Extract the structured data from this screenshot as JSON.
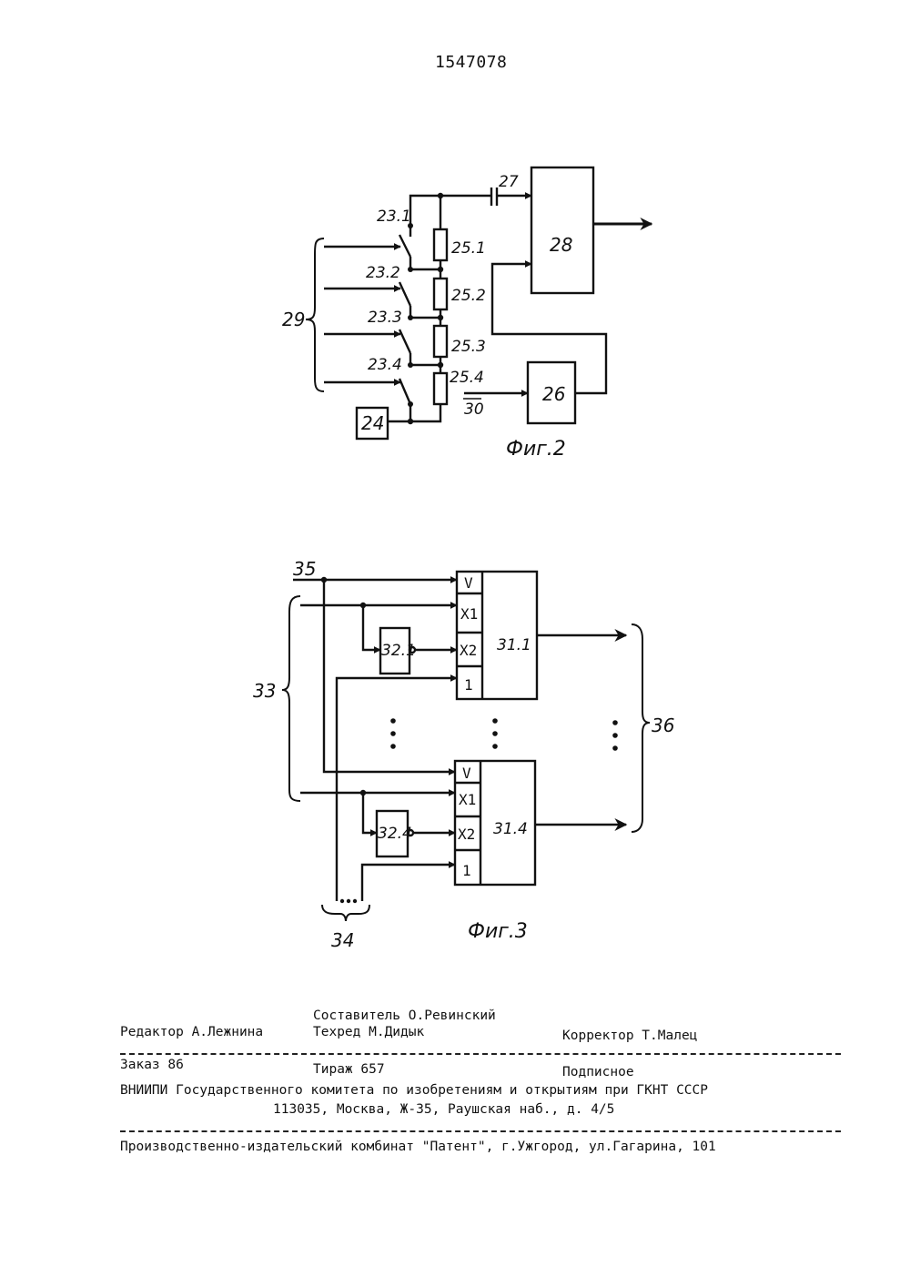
{
  "patent_number": "1547078",
  "fig2": {
    "caption": "Фиг.2",
    "switches": [
      "23.1",
      "23.2",
      "23.3",
      "23.4"
    ],
    "resistors": [
      "25.1",
      "25.2",
      "25.3",
      "25.4"
    ],
    "capacitor": "27",
    "block_28": "28",
    "block_26": "26",
    "block_24": "24",
    "bus_29": "29",
    "input_30": "30"
  },
  "fig3": {
    "caption": "Фиг.3",
    "bus_33": "33",
    "bus_34": "34",
    "input_35": "35",
    "bus_36": "36",
    "blocks": [
      {
        "name": "31.1",
        "inverter": "32.1",
        "ports": [
          "V",
          "X1",
          "X2",
          "1"
        ]
      },
      {
        "name": "31.4",
        "inverter": "32.4",
        "ports": [
          "V",
          "X1",
          "X2",
          "1"
        ]
      }
    ]
  },
  "imprint": {
    "compiler": "Составитель О.Ревинский",
    "editor": "Редактор А.Лежнина",
    "techred": "Техред М.Дидык",
    "corrector": "Корректор Т.Малец",
    "order": "Заказ 86",
    "circulation": "Тираж 657",
    "subscription": "Подписное",
    "institute": "ВНИИПИ Государственного комитета по изобретениям и открытиям при ГКНТ СССР",
    "address": "113035, Москва, Ж-35, Раушская наб., д. 4/5",
    "printer": "Производственно-издательский комбинат \"Патент\", г.Ужгород, ул.Гагарина, 101"
  }
}
